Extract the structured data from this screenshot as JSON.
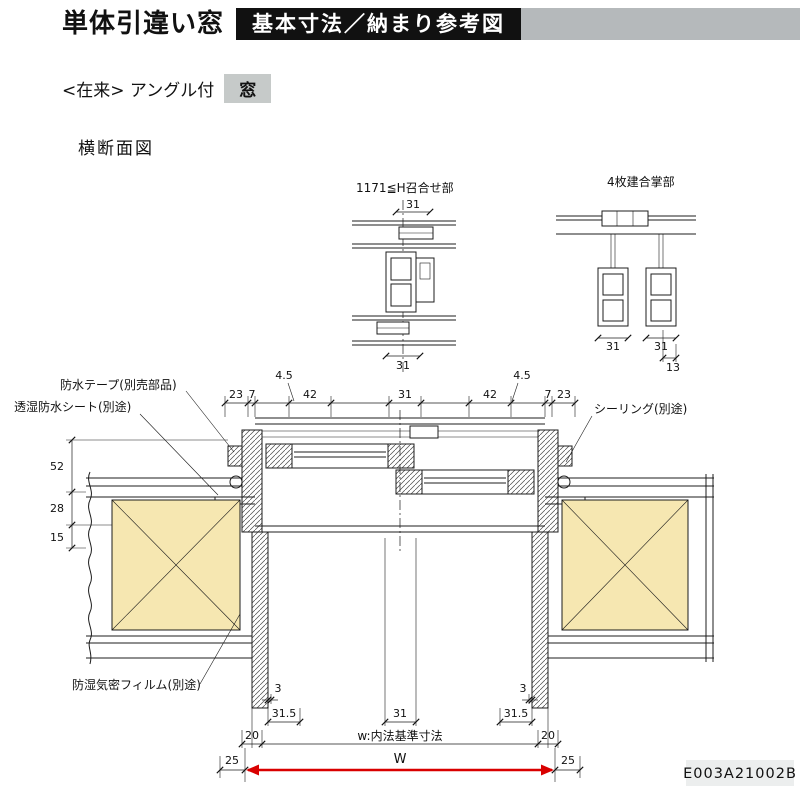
{
  "page": {
    "title": "単体引違い窓",
    "title_badge": "基本寸法／納まり参考図",
    "subheader_text": "<在来> アングル付",
    "subheader_badge": "窓",
    "section_label": "横断面図",
    "doc_code": "E003A21002B"
  },
  "colors": {
    "accent_red": "#d90000",
    "insulation_fill": "#f6e7b1",
    "header_bar": "#b5b9bb",
    "badge_bg": "#c6cac9"
  },
  "details": {
    "meeting": {
      "label": "1171≦H召合せ部",
      "dim_top": "31",
      "dim_bottom": "31"
    },
    "quad": {
      "label": "4枚建合掌部",
      "dim_left": "31",
      "dim_right": "31",
      "dim_gap": "13"
    }
  },
  "callouts": {
    "tape": "防水テープ(別売部品)",
    "sheet": "透湿防水シート(別途)",
    "sealing": "シーリング(別途)",
    "film": "防湿気密フィルム(別途)"
  },
  "dims": {
    "top_offset_left": "4.5",
    "top_offset_right": "4.5",
    "t23l": "23",
    "t7l": "7",
    "t42l": "42",
    "t31": "31",
    "t42r": "42",
    "t7r": "7",
    "t23r": "23",
    "v52": "52",
    "v28": "28",
    "v15": "15",
    "b3l": "3",
    "b3r": "3",
    "b315l": "31.5",
    "b31": "31",
    "b315r": "31.5",
    "b20l": "20",
    "b20r": "20",
    "w_inner": "w:内法基準寸法",
    "b25l": "25",
    "W": "W",
    "b25r": "25"
  }
}
